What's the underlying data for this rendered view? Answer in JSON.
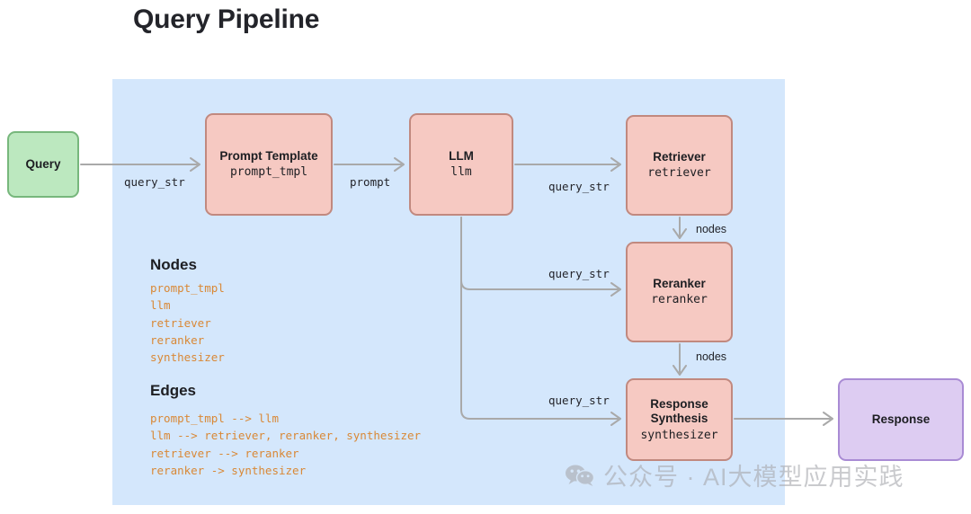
{
  "page": {
    "title": "Query Pipeline"
  },
  "colors": {
    "panel_bg": "#d4e7fc",
    "node_pink_fill": "#f6c9c2",
    "node_pink_border": "#c1897f",
    "node_green_fill": "#bce8bf",
    "node_green_border": "#77b77c",
    "node_purple_fill": "#ddccf2",
    "node_purple_border": "#a98bd4",
    "edge_stroke": "#a9a9a9",
    "legend_code": "#d98836",
    "text": "#1d1e22"
  },
  "nodes": [
    {
      "key": "query",
      "title": "Query",
      "id": ""
    },
    {
      "key": "prompt_tmpl",
      "title": "Prompt Template",
      "id": "prompt_tmpl"
    },
    {
      "key": "llm",
      "title": "LLM",
      "id": "llm"
    },
    {
      "key": "retriever",
      "title": "Retriever",
      "id": "retriever"
    },
    {
      "key": "reranker",
      "title": "Reranker",
      "id": "reranker"
    },
    {
      "key": "synthesizer",
      "title": "Response\nSynthesis",
      "id": "synthesizer"
    },
    {
      "key": "response",
      "title": "Response",
      "id": ""
    }
  ],
  "node_labels": {
    "query_title": "Query",
    "prompt_tmpl_title": "Prompt Template",
    "prompt_tmpl_id": "prompt_tmpl",
    "llm_title": "LLM",
    "llm_id": "llm",
    "retriever_title": "Retriever",
    "retriever_id": "retriever",
    "reranker_title": "Reranker",
    "reranker_id": "reranker",
    "synthesizer_title_line1": "Response",
    "synthesizer_title_line2": "Synthesis",
    "synthesizer_id": "synthesizer",
    "response_title": "Response"
  },
  "edge_labels": {
    "query_to_prompt": "query_str",
    "prompt_to_llm": "prompt",
    "llm_to_retriever": "query_str",
    "retriever_to_reranker": "nodes",
    "llm_to_reranker": "query_str",
    "reranker_to_synthesizer": "nodes",
    "llm_to_synthesizer": "query_str"
  },
  "legend": {
    "nodes_heading": "Nodes",
    "nodes_items": [
      "prompt_tmpl",
      "llm",
      "retriever",
      "reranker",
      "synthesizer"
    ],
    "edges_heading": "Edges",
    "edges_items": [
      "prompt_tmpl --> llm",
      "llm --> retriever, reranker, synthesizer",
      "retriever --> reranker",
      "reranker -> synthesizer"
    ]
  },
  "watermark": {
    "icon": "wechat-icon",
    "text": "公众号 · AI大模型应用实践"
  }
}
